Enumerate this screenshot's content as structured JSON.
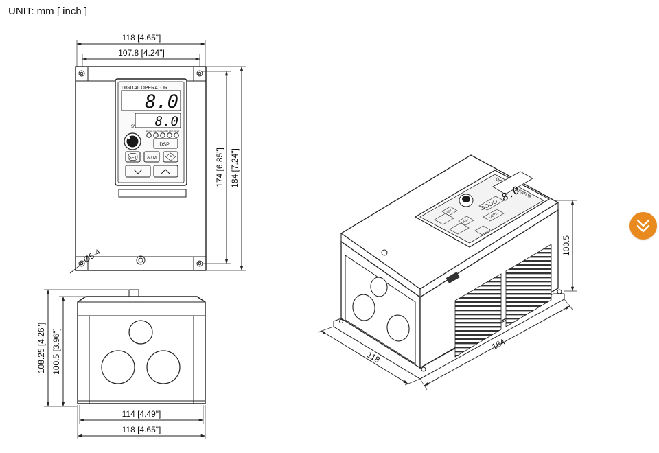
{
  "header": {
    "unit_label": "UNIT: mm [ inch ]"
  },
  "front_view": {
    "width_outer": "118 [4.65\"]",
    "width_mount": "107.8 [4.24\"]",
    "height_mount": "174 [6.85\"]",
    "height_outer": "184 [7.24\"]",
    "hole_label": "Ø5-4"
  },
  "operator_panel": {
    "title": "DIGITAL OPERATOR",
    "display_main": "8.0",
    "display_sub": "8.0",
    "sv_label": "SV",
    "indicators": [
      "RUN",
      "CMT",
      "MANE",
      "AUTO",
      "R-M"
    ],
    "dspl_button": "DSPL",
    "set_button": "SET",
    "am_button": "A / M",
    "p_button": "P",
    "down_symbol": "∨",
    "up_symbol": "∧"
  },
  "bottom_view": {
    "height_outer": "108.25 [4.26\"]",
    "height_body": "100.5 [3.96\"]",
    "width_inner": "114 [4.49\"]",
    "width_outer": "118 [4.65\"]"
  },
  "iso_view": {
    "dim_height": "100.5",
    "dim_width": "118",
    "dim_length": "184",
    "panel_title": "DIGITAL OPERATOR",
    "display": "8.0",
    "dspl_button": "DSPL",
    "am_button": "A/M",
    "set_button": "SET"
  },
  "colors": {
    "accent": "#e98a1e",
    "line": "#222222",
    "panel_fill": "#e6e6e6"
  },
  "icons": {
    "scroll_button": "double-chevron-down-icon"
  }
}
